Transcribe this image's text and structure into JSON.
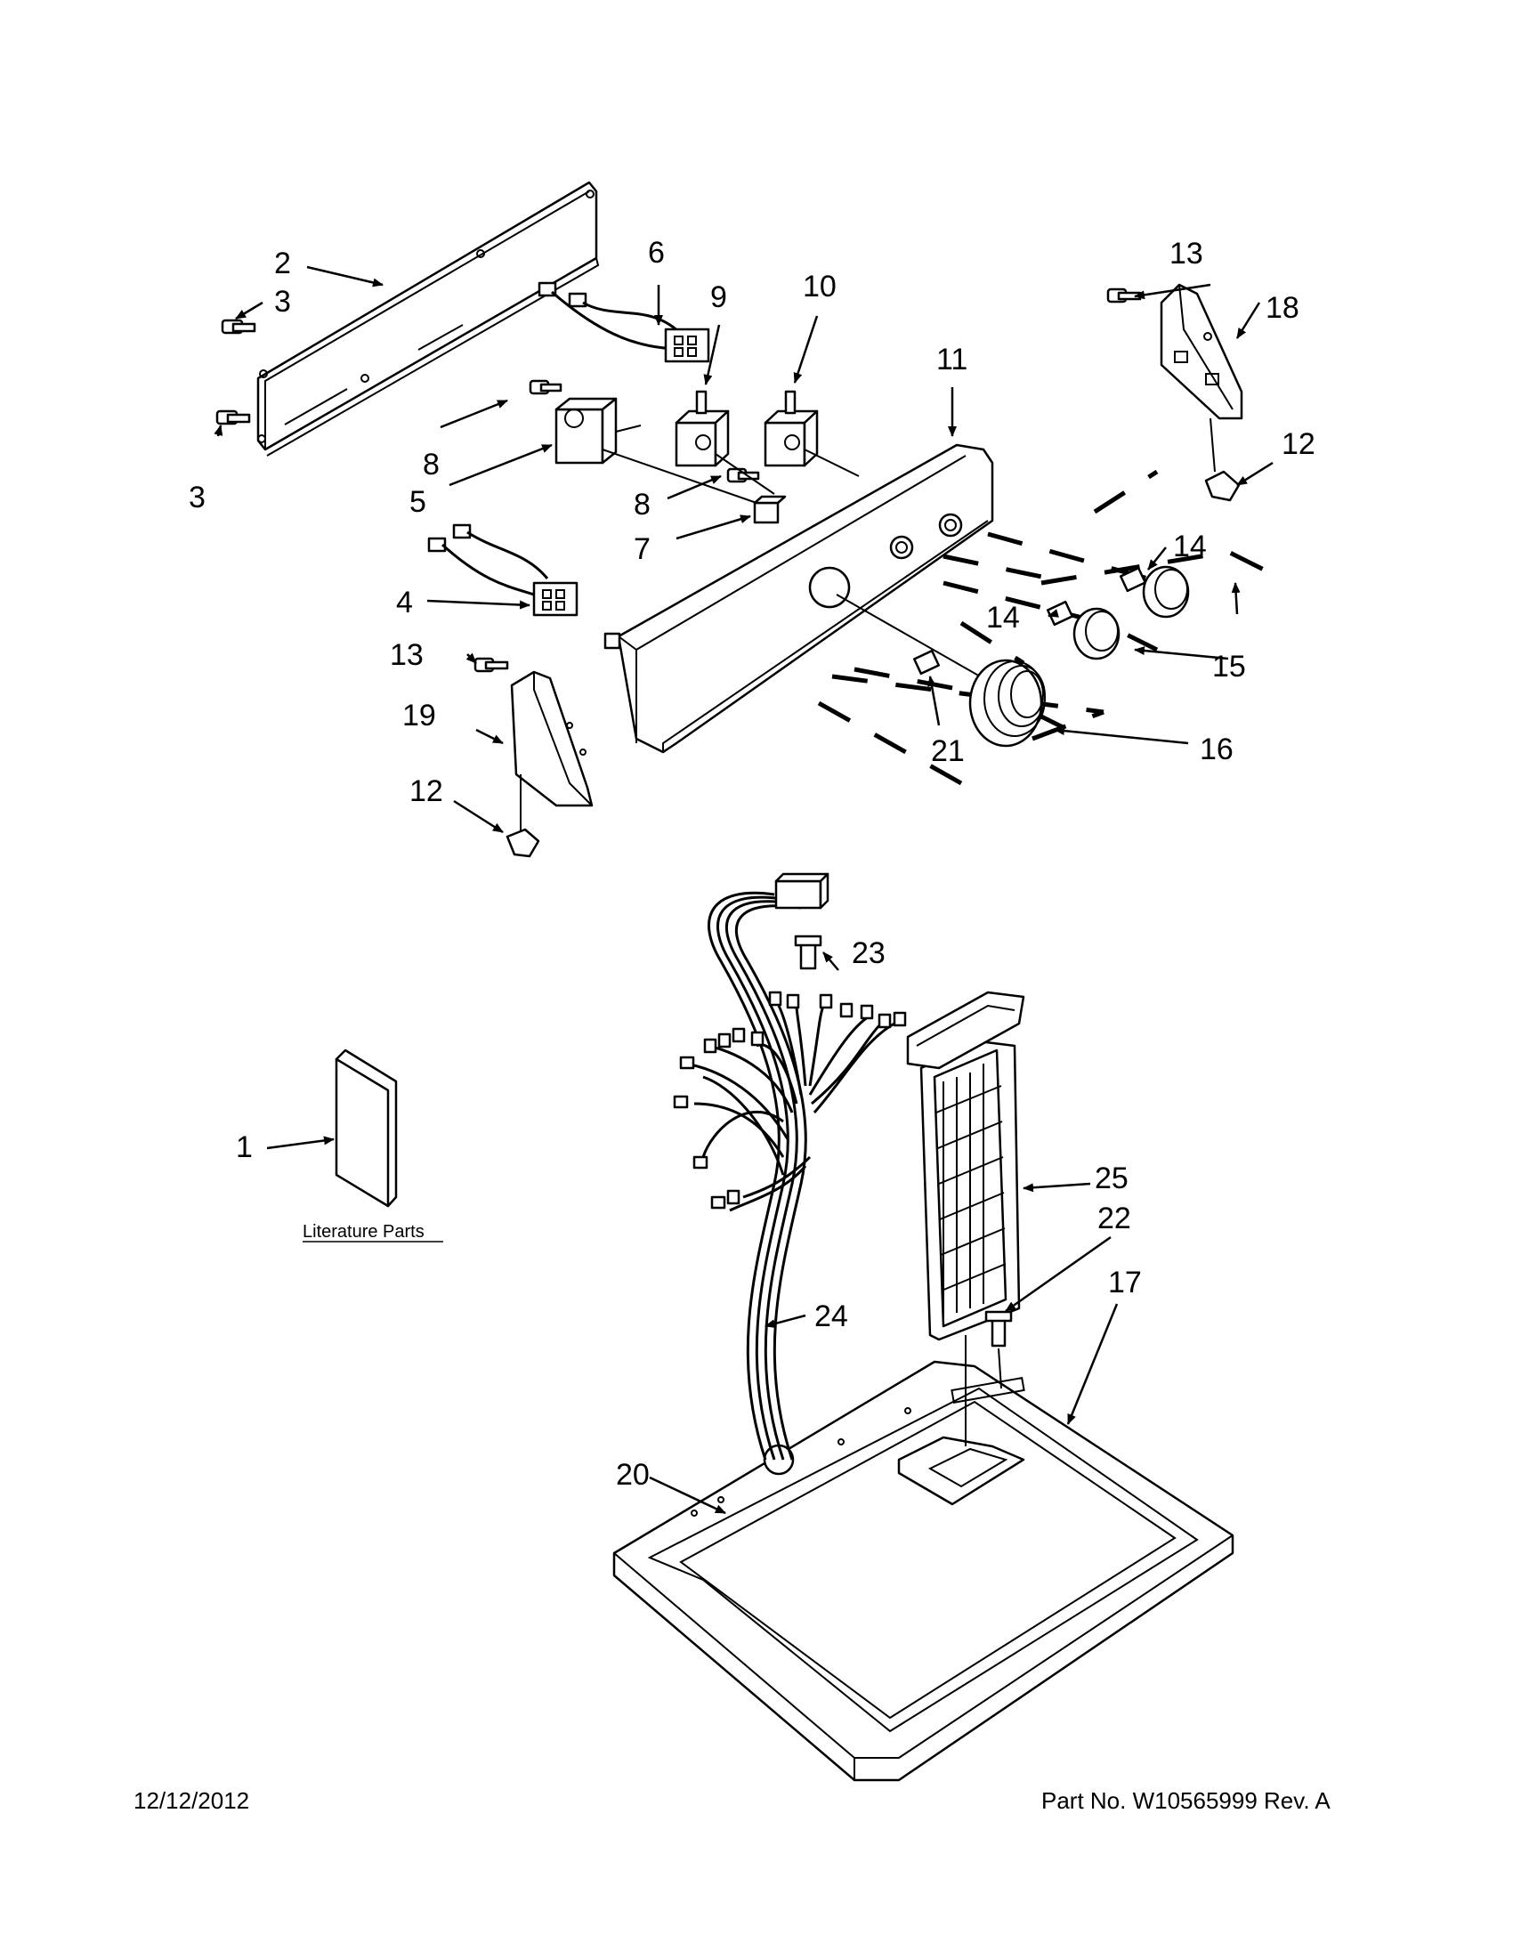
{
  "callouts": {
    "c1": "1",
    "c2": "2",
    "c3a": "3",
    "c3b": "3",
    "c4": "4",
    "c5": "5",
    "c6": "6",
    "c7": "7",
    "c8a": "8",
    "c8b": "8",
    "c9": "9",
    "c10": "10",
    "c11": "11",
    "c12a": "12",
    "c12b": "12",
    "c13a": "13",
    "c13b": "13",
    "c14a": "14",
    "c14b": "14",
    "c15": "15",
    "c16": "16",
    "c17": "17",
    "c18": "18",
    "c19": "19",
    "c20": "20",
    "c21": "21",
    "c22": "22",
    "c23": "23",
    "c24": "24",
    "c25": "25"
  },
  "literature_label": "Literature Parts",
  "footer": {
    "date": "12/12/2012",
    "part_no": "Part No.  W10565999  Rev.  A"
  }
}
